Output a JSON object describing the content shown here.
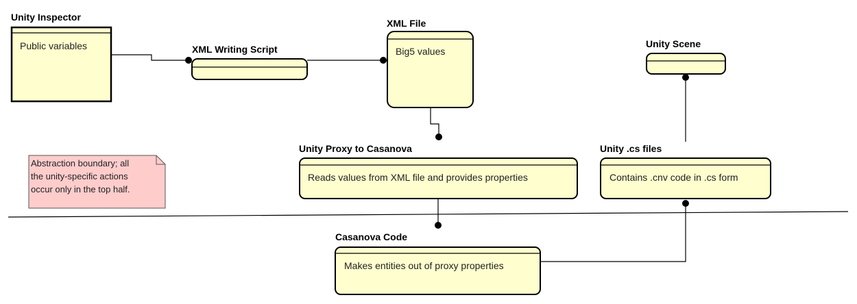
{
  "nodes": {
    "unity_inspector": {
      "title": "Unity Inspector",
      "body": "Public variables"
    },
    "xml_writing_script": {
      "title": "XML Writing Script",
      "body": ""
    },
    "xml_file": {
      "title": "XML File",
      "body": "Big5 values"
    },
    "unity_scene": {
      "title": "Unity Scene",
      "body": ""
    },
    "unity_proxy": {
      "title": "Unity Proxy to Casanova",
      "body": "Reads values from XML file and provides properties"
    },
    "unity_cs_files": {
      "title": "Unity .cs files",
      "body": "Contains .cnv code in .cs form"
    },
    "casanova_code": {
      "title": "Casanova Code",
      "body": "Makes entities out of proxy properties"
    }
  },
  "note": {
    "lines": [
      "Abstraction boundary; all",
      "the unity-specific actions",
      "occur only in the top half."
    ],
    "fill": "#ffcccc"
  },
  "colors": {
    "box_fill": "#fefece",
    "stroke": "#000000"
  }
}
